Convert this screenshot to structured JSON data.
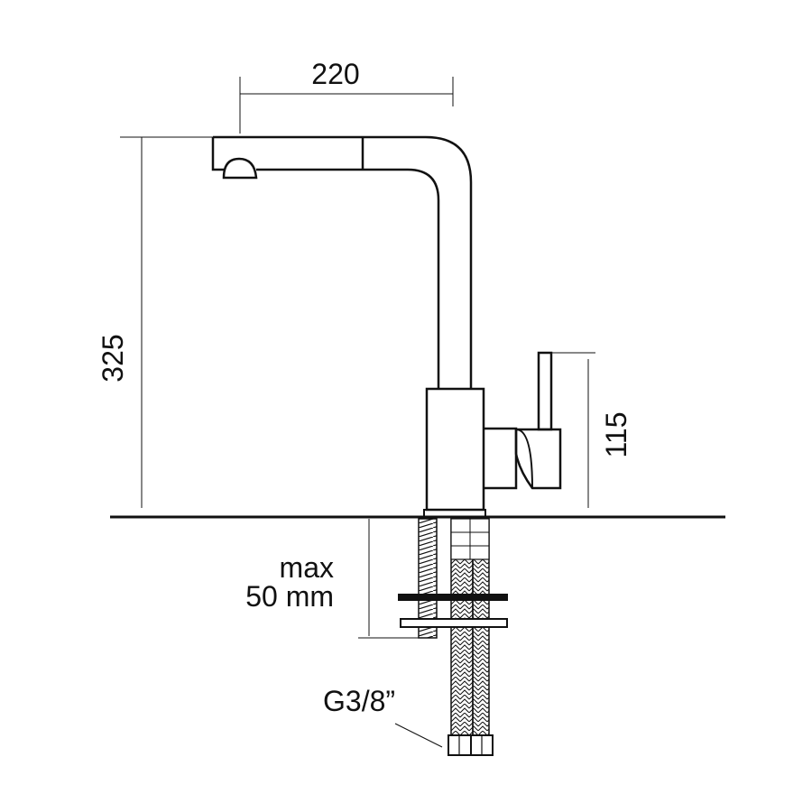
{
  "dimensions": {
    "spout_reach": "220",
    "total_height": "325",
    "lever_height": "115",
    "max_thickness_line1": "max",
    "max_thickness_line2": "50 mm",
    "connection_thread": "G3/8”"
  },
  "colors": {
    "stroke": "#111111",
    "background": "#ffffff"
  }
}
